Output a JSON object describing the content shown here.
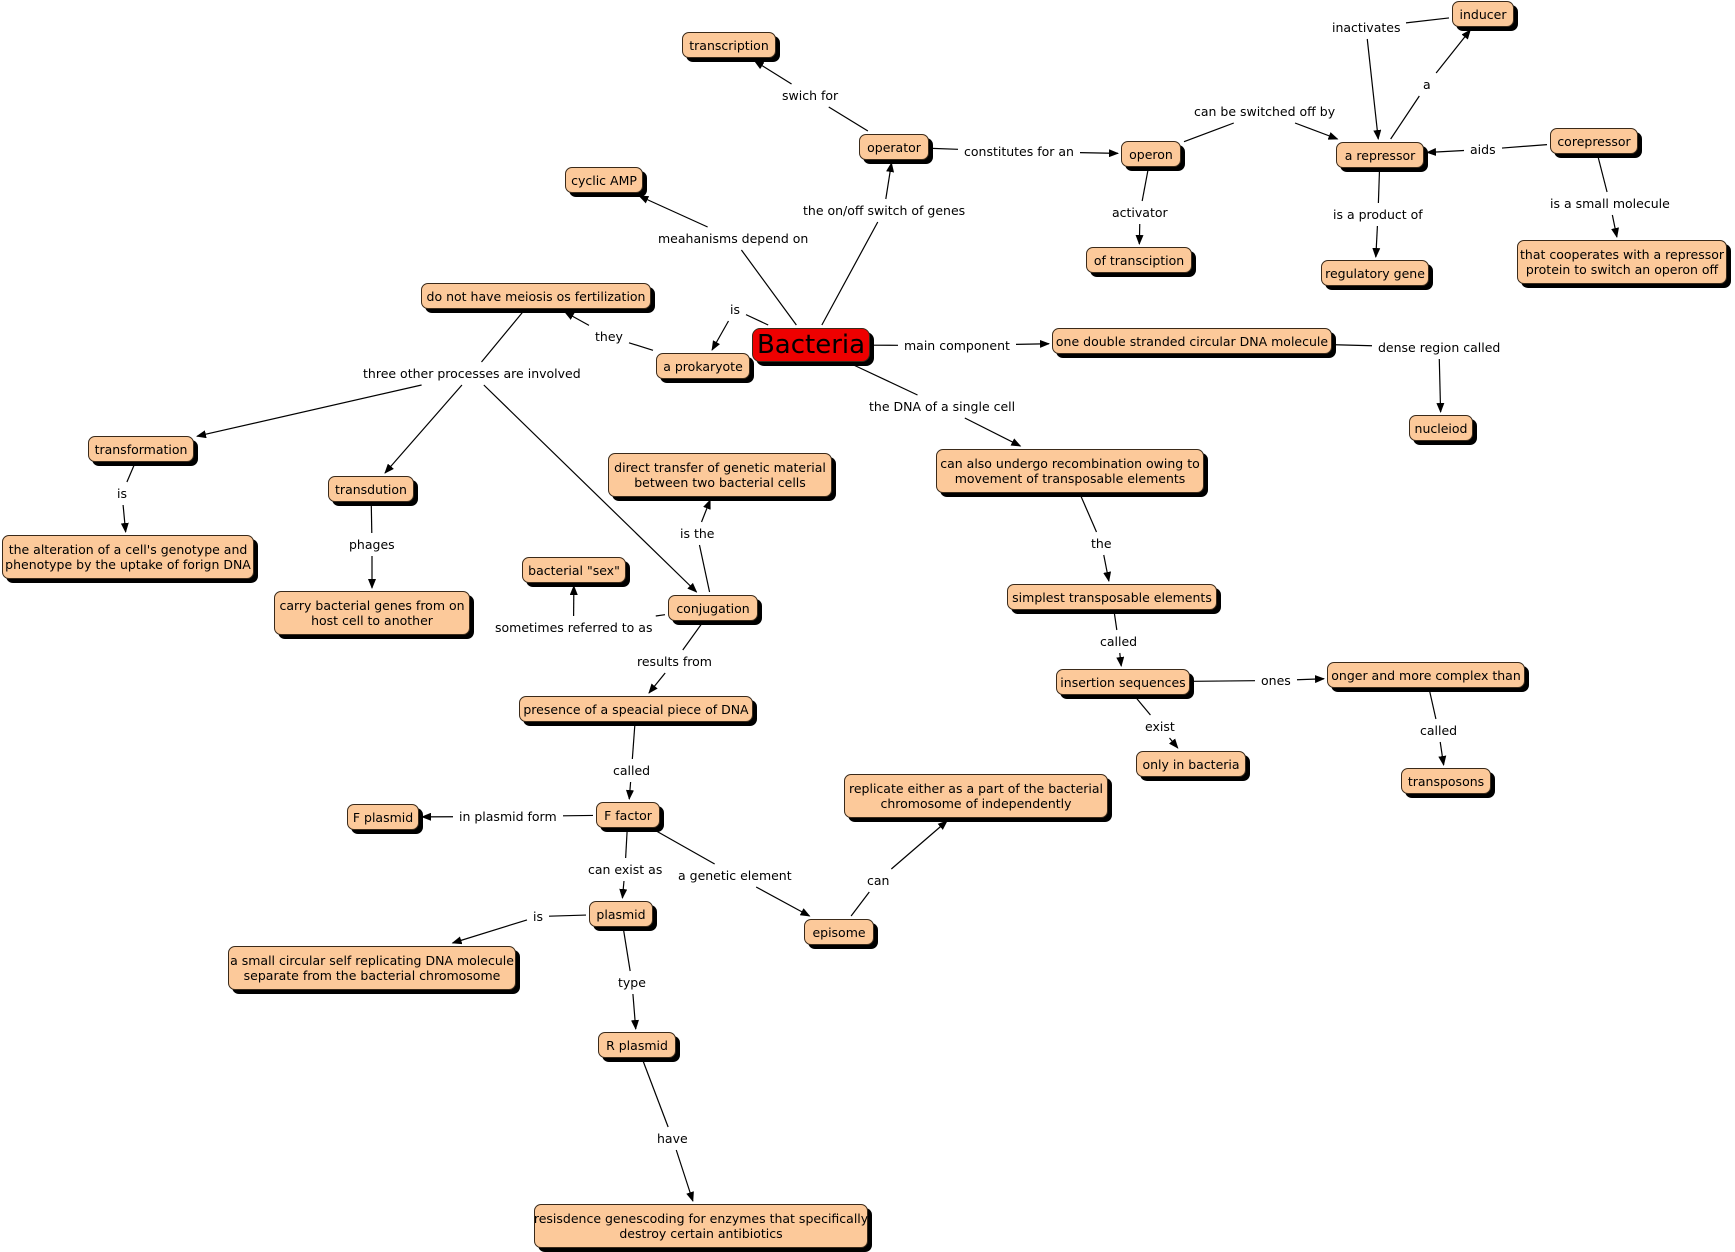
{
  "concepts": {
    "bacteria": "Bacteria",
    "transcription": "transcription",
    "operator": "operator",
    "operon": "operon",
    "inducer": "inducer",
    "repressor": "a repressor",
    "corepressor": "corepressor",
    "cyclic_amp": "cyclic AMP",
    "of_transciption": "of transciption",
    "regulatory_gene": "regulatory gene",
    "cooperates": "that cooperates with a repressor\nprotein to switch an operon off",
    "no_meiosis": "do not have meiosis os fertilization",
    "prokaryote": "a prokaryote",
    "dna_molecule": "one double stranded circular DNA molecule",
    "nucleiod": "nucleiod",
    "transformation": "transformation",
    "transdution": "transdution",
    "alteration": "the alteration of a cell's genotype and\nphenotype by the uptake of forign DNA",
    "carry_genes": "carry bacterial genes from on\nhost cell to another",
    "direct_transfer": "direct transfer of genetic material\nbetween two bacterial cells",
    "bacterial_sex": "bacterial \"sex\"",
    "conjugation": "conjugation",
    "recombination": "can also undergo recombination owing to\nmovement of transposable elements",
    "simplest": "simplest transposable elements",
    "insertion": "insertion sequences",
    "longer": "onger and more complex than",
    "only_bacteria": "only in bacteria",
    "transposons": "transposons",
    "special_dna": "presence of a speacial piece of DNA",
    "replicate": "replicate either as a part of the bacterial\nchromosome of independently",
    "f_plasmid": "F plasmid",
    "f_factor": "F factor",
    "plasmid": "plasmid",
    "episome": "episome",
    "small_circular": "a small circular self replicating DNA molecule\nseparate from the bacterial chromosome",
    "r_plasmid": "R plasmid",
    "resistance": "resisdence genescoding for enzymes that specifically\ndestroy certain antibiotics"
  },
  "links": {
    "swich_for": "swich for",
    "constitutes": "constitutes for an",
    "switched_off": "can be switched off by",
    "inactivates": "inactivates",
    "a": "a",
    "aids": "aids",
    "product_of": "is a product of",
    "small_molecule": "is a small molecule",
    "activator": "activator",
    "onoff": "the on/off switch of genes",
    "depend_on": "meahanisms depend on",
    "is_1": "is",
    "they": "they",
    "main_component": "main component",
    "dense_region": "dense region called",
    "dna_single": "the DNA of a single cell",
    "three_processes": "three other processes are involved",
    "is_2": "is",
    "phages": "phages",
    "is_the": "is the",
    "sometimes": "sometimes referred to as",
    "results_from": "results from",
    "the": "the",
    "called_1": "called",
    "ones": "ones",
    "exist": "exist",
    "called_2": "called",
    "called_3": "called",
    "in_plasmid_form": "in plasmid form",
    "can_exist_as": "can exist as",
    "genetic_element": "a genetic element",
    "can": "can",
    "is_3": "is",
    "type": "type",
    "have": "have"
  },
  "colors": {
    "concept_fill": "#fcc99a",
    "root_fill": "#ee0000",
    "edge": "#000000",
    "background": "#ffffff"
  }
}
